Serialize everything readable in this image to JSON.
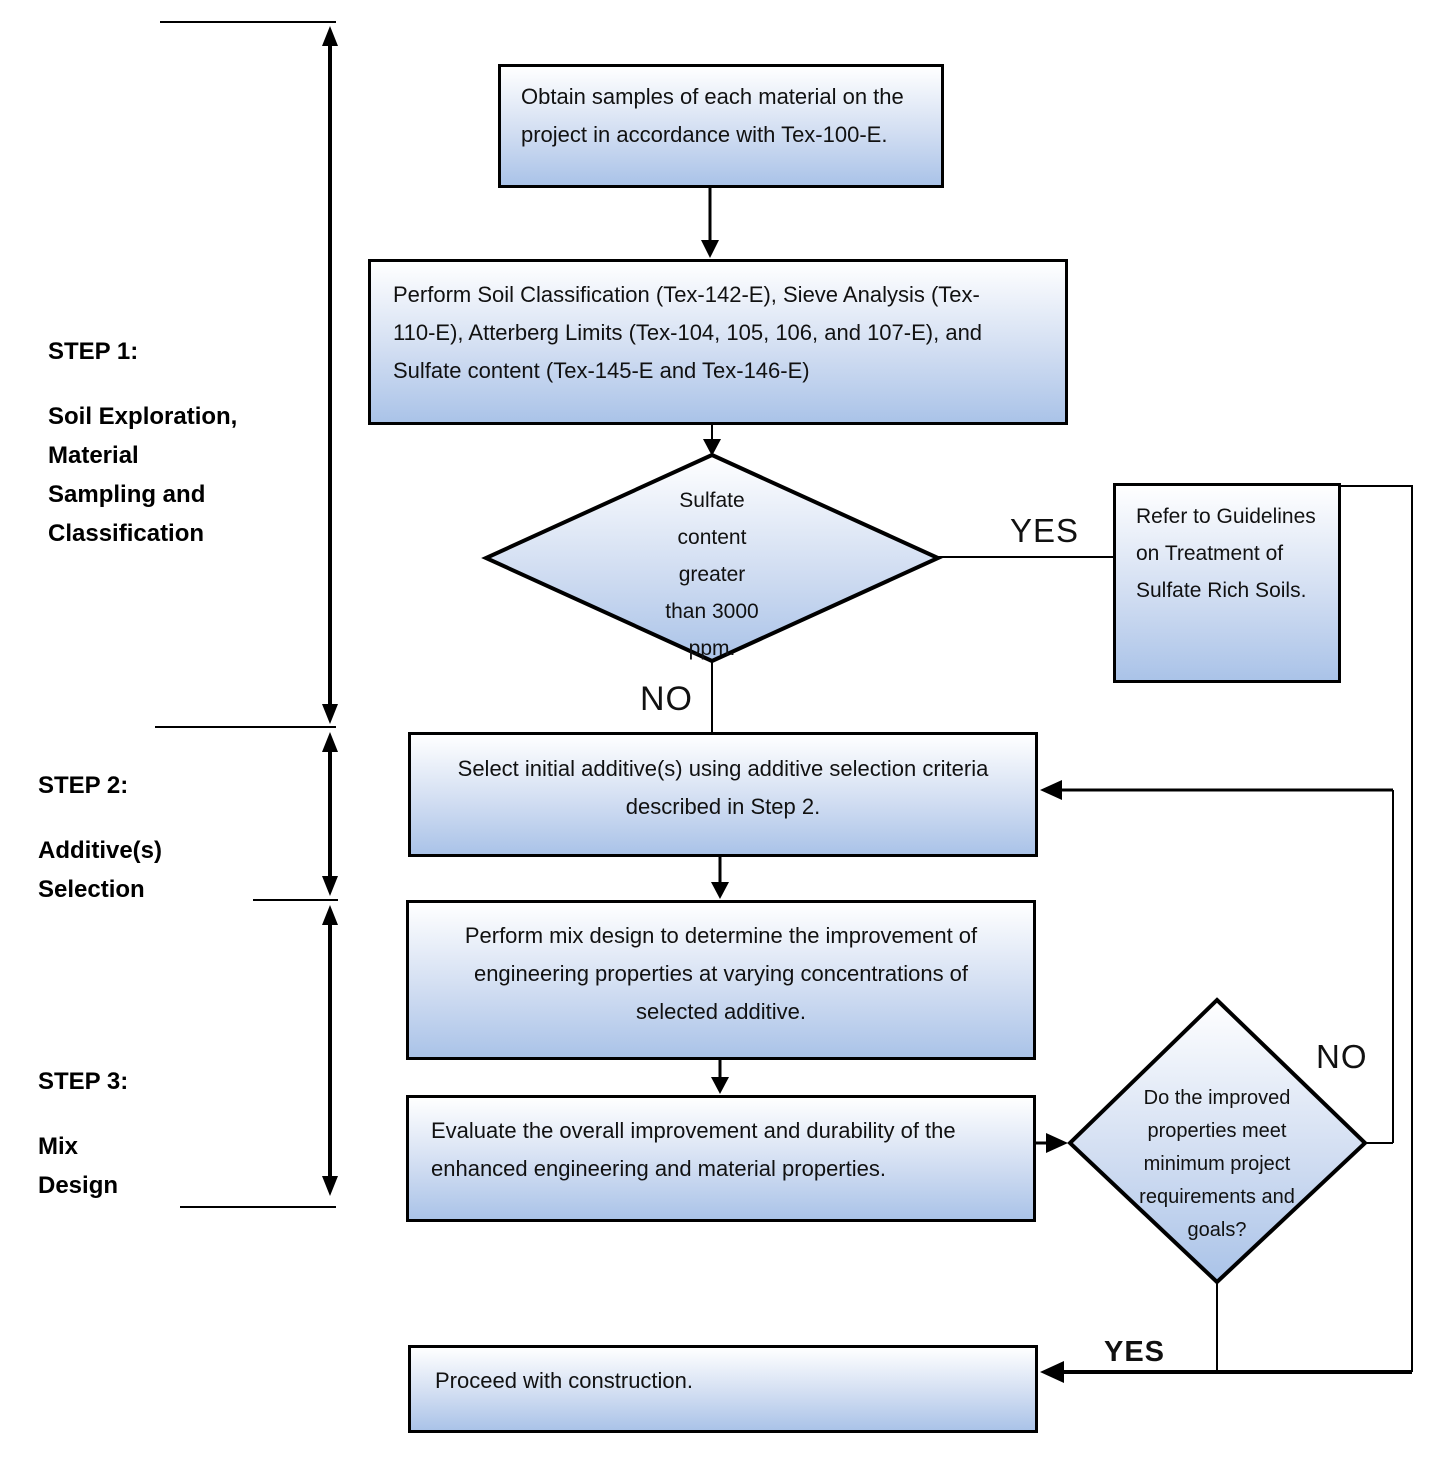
{
  "steps": [
    {
      "title": "STEP 1:",
      "lines": [
        "Soil Exploration,",
        "Material",
        "Sampling and",
        "Classification"
      ]
    },
    {
      "title": "STEP 2:",
      "lines": [
        "Additive(s)",
        "Selection"
      ]
    },
    {
      "title": "STEP 3:",
      "lines": [
        "Mix",
        "Design"
      ]
    }
  ],
  "nodes": {
    "obtain_samples": "Obtain samples of each material on the project in accordance with Tex-100-E.",
    "perform_classification": "Perform Soil Classification (Tex-142-E), Sieve Analysis (Tex-110-E), Atterberg Limits (Tex-104, 105, 106, and 107-E), and Sulfate content (Tex-145-E and Tex-146-E)",
    "sulfate_decision": "Sulfate content greater than 3000 ppm.",
    "refer_guidelines": "Refer to Guidelines on Treatment of Sulfate Rich Soils.",
    "select_additives": "Select initial additive(s) using additive selection criteria described in Step 2.",
    "perform_mix_design": "Perform mix design to determine the improvement of engineering properties at varying concentrations of selected additive.",
    "evaluate_improvement": "Evaluate the overall improvement and durability of the enhanced engineering and material properties.",
    "properties_decision": "Do the improved properties meet minimum project requirements and goals?",
    "proceed_construction": "Proceed with construction."
  },
  "labels": {
    "sulfate_yes": "YES",
    "sulfate_no": "NO",
    "properties_no": "NO",
    "properties_yes": "YES"
  },
  "colors": {
    "box_fill_top": "#ffffff",
    "box_fill_bottom": "#aac3e8",
    "line": "#000000"
  }
}
